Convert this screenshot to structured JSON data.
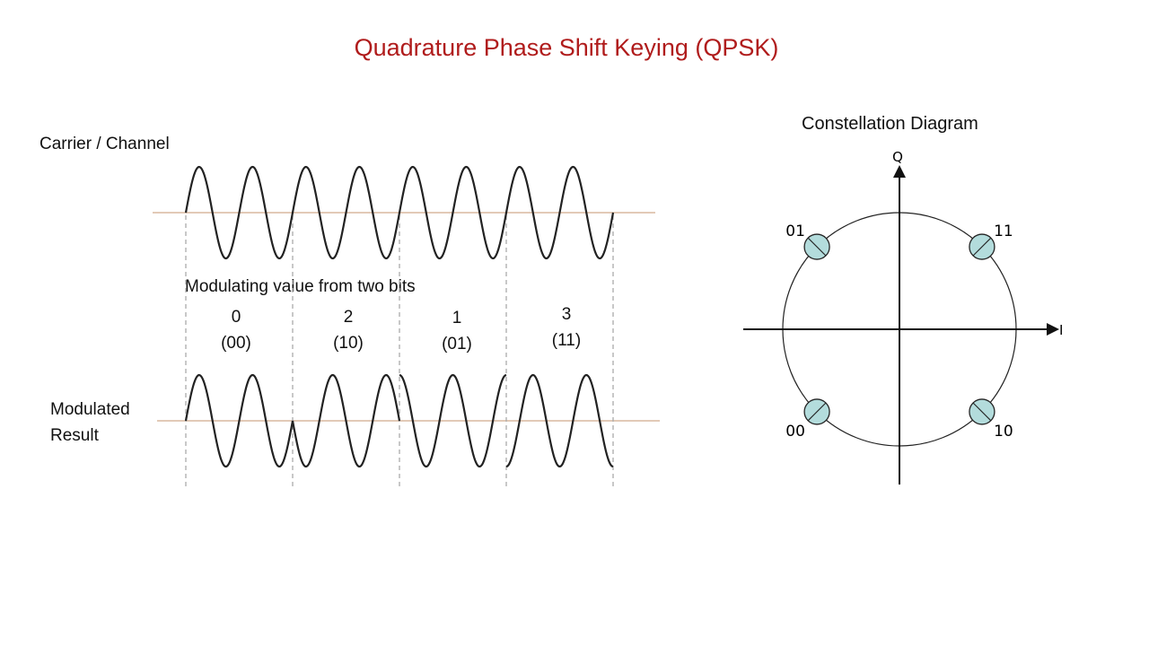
{
  "title": "Quadrature Phase Shift Keying (QPSK)",
  "carrier_label": "Carrier / Channel",
  "modulating_label": "Modulating value from two bits",
  "modulated_label": [
    "Modulated",
    "Result"
  ],
  "symbols": [
    {
      "value": "0",
      "bits": "(00)",
      "phase_deg": 0
    },
    {
      "value": "2",
      "bits": "(10)",
      "phase_deg": 180
    },
    {
      "value": "1",
      "bits": "(01)",
      "phase_deg": 90
    },
    {
      "value": "3",
      "bits": "(11)",
      "phase_deg": 270
    }
  ],
  "cycles_per_symbol": 2,
  "constellation": {
    "title": "Constellation Diagram",
    "axis_i": "I",
    "axis_q": "Q",
    "points": [
      {
        "label": "11",
        "i": 1,
        "q": 1
      },
      {
        "label": "01",
        "i": -1,
        "q": 1
      },
      {
        "label": "00",
        "i": -1,
        "q": -1
      },
      {
        "label": "10",
        "i": 1,
        "q": -1
      }
    ],
    "point_color": "#b3dcdc"
  },
  "colors": {
    "title": "#b01c1c",
    "baseline": "#d9b99f"
  }
}
